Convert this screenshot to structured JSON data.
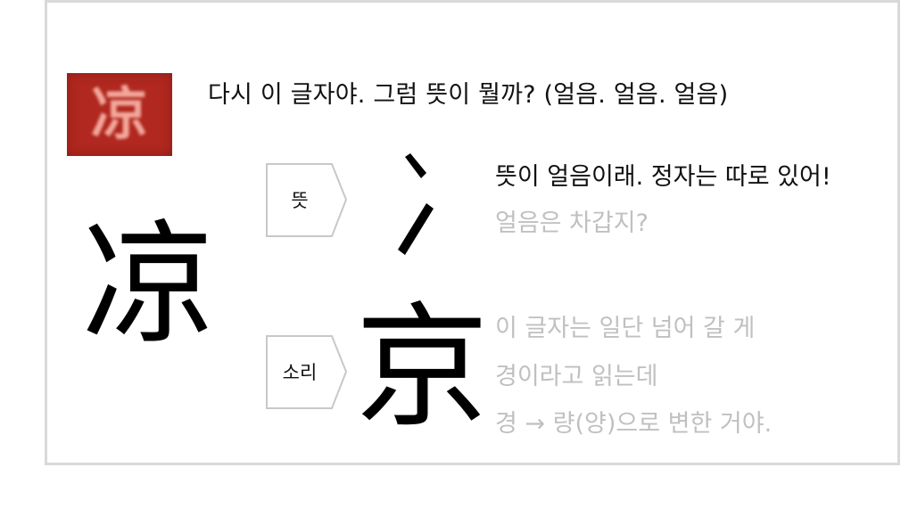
{
  "tile": {
    "character": "凉",
    "background_color": "#b0281f",
    "character_color": "#f3a79b"
  },
  "question": "다시 이 글자야. 그럼 뜻이 뭘까? (얼음. 얼음. 얼음)",
  "main_character": "凉",
  "meaning": {
    "label": "뜻",
    "component": "冫",
    "line1": "뜻이 얼음이래. 정자는 따로 있어!",
    "line2": "얼음은 차갑지?"
  },
  "sound": {
    "label": "소리",
    "component": "京",
    "line1": "이 글자는 일단 넘어 갈 게",
    "line2": "경이라고 읽는데",
    "line3": "경 → 량(양)으로 변한 거야."
  },
  "colors": {
    "frame_border": "#d9d9d9",
    "primary_text": "#111111",
    "secondary_text": "#c0c0c0",
    "arrow_border": "#c8c8c8"
  }
}
